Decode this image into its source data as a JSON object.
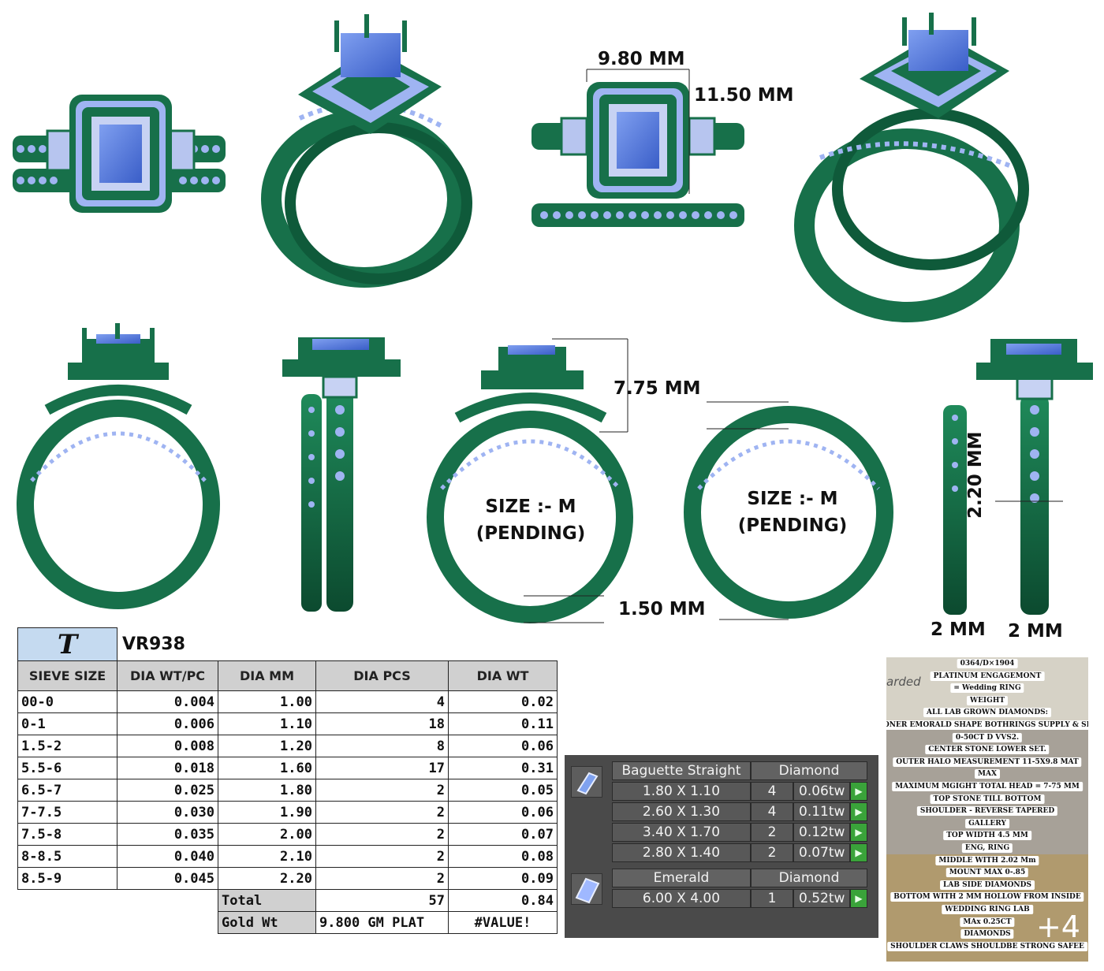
{
  "dimensions": {
    "width": "9.80 MM",
    "height": "11.50 MM",
    "head_height": "7.75 MM",
    "band_thickness": "1.50 MM",
    "shank_depth": "2.20 MM",
    "band_width_left": "2 MM",
    "band_width_right": "2 MM"
  },
  "size_labels": {
    "engagement_line1": "SIZE :- M",
    "engagement_line2": "(PENDING)",
    "wedding_line1": "SIZE :- M",
    "wedding_line2": "(PENDING)"
  },
  "colors": {
    "metal": "#17704a",
    "metal_dark": "#0c4a2f",
    "stone": "#4a6fd6",
    "accent_stone": "#9fb4f2",
    "header_blue": "#c5daf0"
  },
  "sieve_table": {
    "logo": "T",
    "code": "VR938",
    "headers": [
      "SIEVE SIZE",
      "DIA WT/PC",
      "DIA MM",
      "DIA PCS",
      "DIA WT"
    ],
    "rows": [
      [
        "00-0",
        "0.004",
        "1.00",
        "4",
        "0.02"
      ],
      [
        "0-1",
        "0.006",
        "1.10",
        "18",
        "0.11"
      ],
      [
        "1.5-2",
        "0.008",
        "1.20",
        "8",
        "0.06"
      ],
      [
        "5.5-6",
        "0.018",
        "1.60",
        "17",
        "0.31"
      ],
      [
        "6.5-7",
        "0.025",
        "1.80",
        "2",
        "0.05"
      ],
      [
        "7-7.5",
        "0.030",
        "1.90",
        "2",
        "0.06"
      ],
      [
        "7.5-8",
        "0.035",
        "2.00",
        "2",
        "0.07"
      ],
      [
        "8-8.5",
        "0.040",
        "2.10",
        "2",
        "0.08"
      ],
      [
        "8.5-9",
        "0.045",
        "2.20",
        "2",
        "0.09"
      ]
    ],
    "total_label": "Total",
    "total_pcs": "57",
    "total_wt": "0.84",
    "gold_label": "Gold Wt",
    "gold_value": "9.800 GM PLAT",
    "gold_error": "#VALUE!"
  },
  "stones_panel": {
    "baguette": {
      "shape": "Baguette Straight",
      "type": "Diamond",
      "rows": [
        [
          "1.80 X 1.10",
          "4",
          "0.06tw"
        ],
        [
          "2.60 X 1.30",
          "4",
          "0.11tw"
        ],
        [
          "3.40 X 1.70",
          "2",
          "0.12tw"
        ],
        [
          "2.80 X 1.40",
          "2",
          "0.07tw"
        ]
      ]
    },
    "emerald": {
      "shape": "Emerald",
      "type": "Diamond",
      "rows": [
        [
          "6.00 X 4.00",
          "1",
          "0.52tw"
        ]
      ]
    },
    "go_glyph": "▶"
  },
  "notes_image": {
    "side_text": "arded",
    "lines": [
      "0364/D×1904",
      "PLATINUM ENGAGEMONT",
      "= Wedding RING",
      "WEIGHT",
      "ALL LAB GROWN DIAMONDS:",
      "CONER EMORALD SHAPE BOTHRINGS SUPPLY & SET",
      "0-50CT D VVS2.",
      "CENTER STONE LOWER SET.",
      "OUTER HALO MEASUREMENT 11-5X9.8 MAT",
      "MAX",
      "MAXIMUM MGIGHT TOTAL HEAD = 7-75 MM",
      "TOP STONE TILL BOTTOM",
      "SHOULDER - REVERSE TAPERED",
      "GALLERY",
      "TOP WIDTH 4.5 MM",
      "ENG, RING",
      "MIDDLE WITH 2.02 Mm",
      "MOUNT MAX 0-.85",
      "LAB SIDE DIAMONDS",
      "BOTTOM WITH 2 MM HOLLOW FROM INSIDE",
      "WEDDING RING LAB",
      "MAx 0.25CT",
      "DIAMONDS",
      "SHOULDER CLAWS SHOULDBE STRONG SAFEE"
    ],
    "more_count": "+4"
  }
}
